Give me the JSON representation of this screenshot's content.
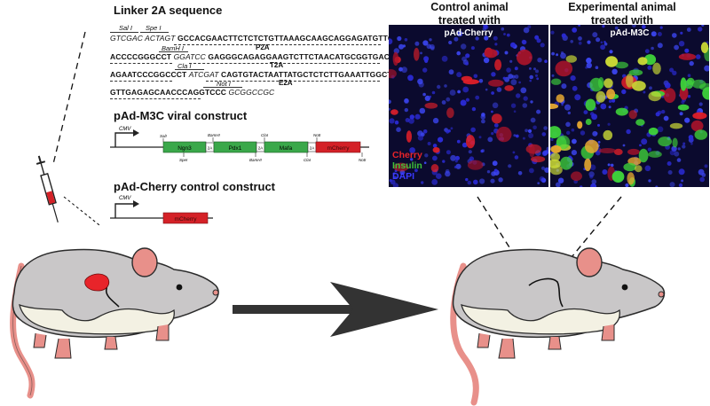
{
  "linker": {
    "title": "Linker 2A sequence",
    "row1_enzymes": [
      "Sal I",
      "Spe I"
    ],
    "row1_site": "GTCGAC ACTAGT",
    "row1_seq": "GCCACGAACTTCTCTCTGTTAAAGCAAGCAGGAGATGTTGAAGAAA",
    "p2a_label": "P2A",
    "row2_enzyme": "BamH I",
    "row2_a": "ACCCCGGGCCT",
    "row2_site": "GGATCC",
    "row2_b": "GAGGGCAGAGGAAGTCTTCTAACATGCGGTGACGTGGAGG",
    "t2a_label": "T2A",
    "row3_enzyme": "Cla I",
    "row3_a": "AGAATCCCGGCCCT",
    "row3_site": "ATCGAT",
    "row3_b": "CAGTGTACTAATTATGCTCTCTTGAAATTGGCTGGAGAT",
    "e2a_label": "E2A",
    "row4_enzyme": "Not I",
    "row4_a": "GTTGAGAGCAACCCAGGTCCC",
    "row4_site": "GCGGCCGC"
  },
  "m3c": {
    "title": "pAd-M3C viral construct",
    "promoter": "CMV",
    "genes": [
      {
        "name": "Ngn3",
        "color": "#3aa84a"
      },
      {
        "name": "Pdx1",
        "color": "#3aa84a"
      },
      {
        "name": "Mafa",
        "color": "#3aa84a"
      },
      {
        "name": "mCherry",
        "color": "#d42127"
      }
    ],
    "linker_label": "2A",
    "sites_top": [
      "SalI",
      "BamHI",
      "ClaI",
      "NotI"
    ],
    "sites_bottom": [
      "SpeI",
      "BamHI",
      "ClaI",
      "NotI"
    ]
  },
  "cherry": {
    "title": "pAd-Cherry control construct",
    "promoter": "CMV",
    "gene": "mCherry",
    "gene_color": "#d42127"
  },
  "panels": {
    "control_title_1": "Control animal",
    "control_title_2": "treated with",
    "experimental_title_1": "Experimental animal",
    "experimental_title_2": "treated with",
    "control_label": "pAd-Cherry",
    "experimental_label": "pAd-M3C",
    "legend": [
      {
        "label": "Cherry",
        "color": "#e8242a"
      },
      {
        "label": "Insulin",
        "color": "#3ec23a"
      },
      {
        "label": "DAPI",
        "color": "#2a2ae0"
      }
    ]
  },
  "colors": {
    "mouse_body": "#c9c7c8",
    "mouse_outline": "#2b2b2b",
    "tail": "#e8908a",
    "pancreas": "#f3f1e3",
    "syringe_liquid": "#d42127"
  }
}
